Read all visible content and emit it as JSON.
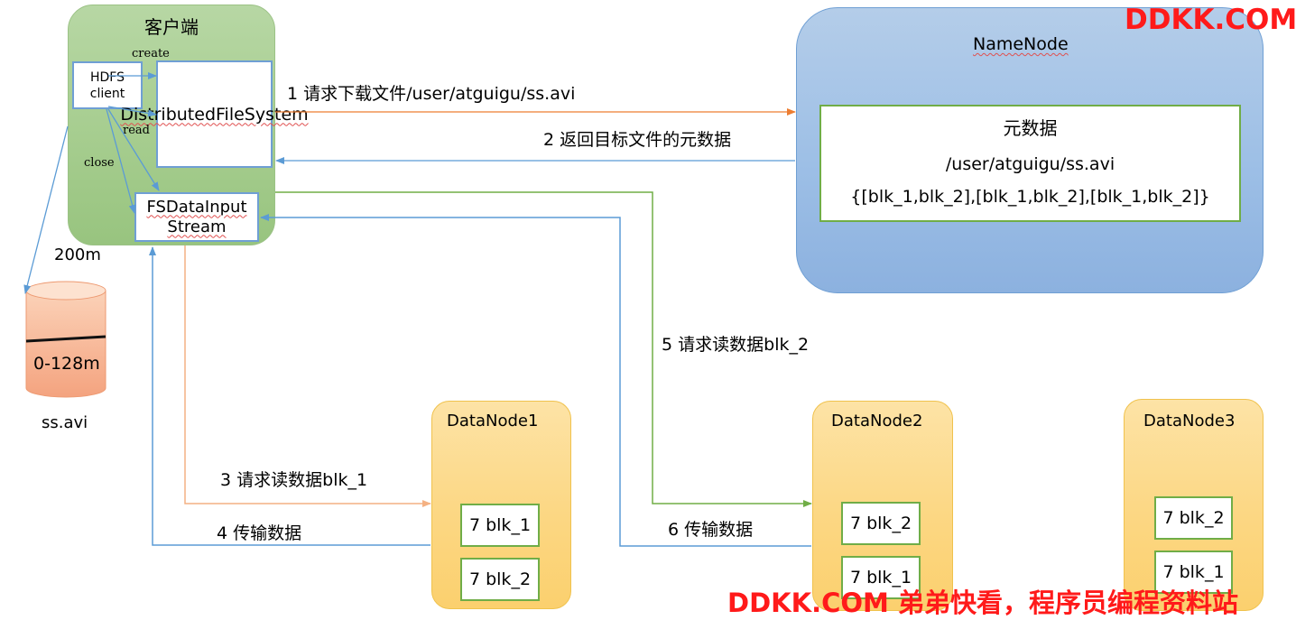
{
  "client": {
    "title": "客户端",
    "hdfs_client": "HDFS client",
    "distributed_fs": "DistributedFileSystem",
    "fsdatainputstream": "FSDataInputStream",
    "label_create": "create",
    "label_read": "read",
    "label_close": "close"
  },
  "namenode": {
    "title": "NameNode",
    "metadata_title": "元数据",
    "metadata_path": "/user/atguigu/ss.avi",
    "metadata_blocks": "{[blk_1,blk_2],[blk_1,blk_2],[blk_1,blk_2]}"
  },
  "datanodes": [
    {
      "title": "DataNode1",
      "blocks": [
        "7 blk_1",
        "7 blk_2"
      ]
    },
    {
      "title": "DataNode2",
      "blocks": [
        "7 blk_2",
        "7 blk_1"
      ]
    },
    {
      "title": "DataNode3",
      "blocks": [
        "7 blk_2",
        "7 blk_1"
      ]
    }
  ],
  "file": {
    "size": "200m",
    "range": "0-128m",
    "name": "ss.avi"
  },
  "steps": {
    "s1": "1 请求下载文件/user/atguigu/ss.avi",
    "s2": "2 返回目标文件的元数据",
    "s3": "3 请求读数据blk_1",
    "s4": "4 传输数据",
    "s5": "5 请求读数据blk_2",
    "s6": "6 传输数据"
  },
  "watermark": {
    "top": "DDKK.COM",
    "bottom": "DDKK.COM 弟弟快看，程序员编程资料站"
  },
  "colors": {
    "orange_arrow": "#ed7d31",
    "light_orange_arrow": "#f4b183",
    "blue_arrow": "#5b9bd5",
    "green_arrow": "#70ad47",
    "watermark": "#ff1a1a"
  }
}
